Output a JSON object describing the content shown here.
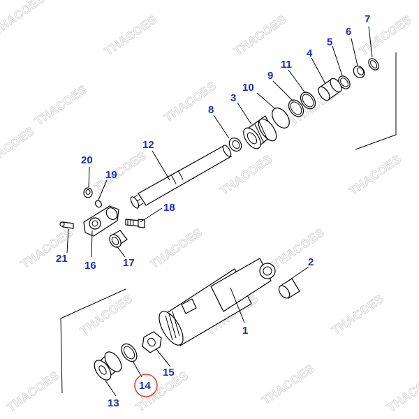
{
  "diagram": {
    "watermark": "THACOES",
    "highlighted_callout": "14",
    "callouts": [
      {
        "id": "1"
      },
      {
        "id": "2"
      },
      {
        "id": "3"
      },
      {
        "id": "4"
      },
      {
        "id": "5"
      },
      {
        "id": "6"
      },
      {
        "id": "7"
      },
      {
        "id": "8"
      },
      {
        "id": "9"
      },
      {
        "id": "10"
      },
      {
        "id": "11"
      },
      {
        "id": "12"
      },
      {
        "id": "13"
      },
      {
        "id": "14"
      },
      {
        "id": "15"
      },
      {
        "id": "16"
      },
      {
        "id": "17"
      },
      {
        "id": "18"
      },
      {
        "id": "19"
      },
      {
        "id": "20"
      },
      {
        "id": "21"
      }
    ],
    "colors": {
      "callout_text": "#1b2fb6",
      "highlight_ring": "#e04040",
      "watermark": "#d4d4d4"
    }
  }
}
